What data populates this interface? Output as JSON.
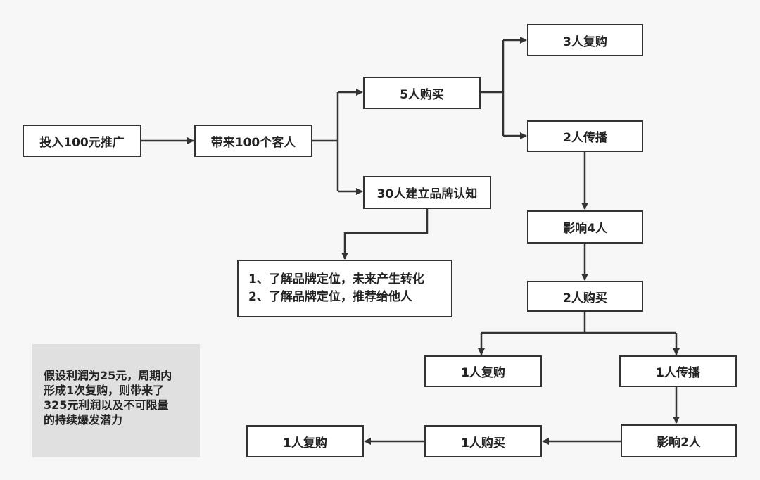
{
  "nodes": {
    "invest": "投入100元推广",
    "bring": "带来100个客人",
    "buy5": "5人购买",
    "awareness30": "30人建立品牌认知",
    "rebuy3": "3人复购",
    "spread2": "2人传播",
    "influence4": "影响4人",
    "buy2": "2人购买",
    "rebuy1a": "1人复购",
    "spread1": "1人传播",
    "influence2": "影响2人",
    "buy1": "1人购买",
    "rebuy1b": "1人复购"
  },
  "awareness_details": [
    "1、了解品牌定位，未来产生转化",
    "2、了解品牌定位，推荐给他人"
  ],
  "note_lines": [
    "假设利润为25元，周期内",
    "形成1次复购，则带来了",
    "325元利润以及不可限量",
    "的持续爆发潜力"
  ],
  "colors": {
    "background": "#f7f7f7",
    "box_border": "#333333",
    "note_background": "#e0e0e0"
  }
}
